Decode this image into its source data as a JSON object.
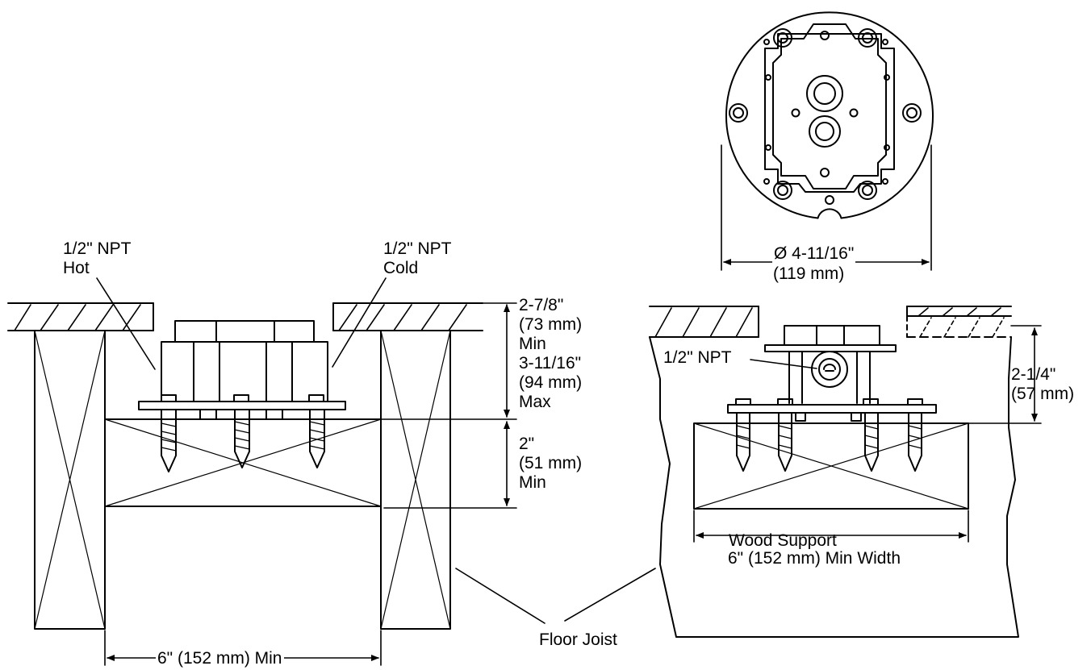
{
  "left_view": {
    "hot_label_line1": "1/2\" NPT",
    "hot_label_line2": "Hot",
    "cold_label_line1": "1/2\" NPT",
    "cold_label_line2": "Cold",
    "depth_dim": {
      "line1": "2-7/8\"",
      "line2": "(73 mm)",
      "line3": "Min",
      "line4": "3-11/16\"",
      "line5": "(94 mm)",
      "line6": "Max"
    },
    "support_dim": {
      "line1": "2\"",
      "line2": "(51 mm)",
      "line3": "Min"
    },
    "spacing_dim": "6\" (152 mm) Min"
  },
  "top_view": {
    "diameter_line1": "Ø 4-11/16\"",
    "diameter_line2": "(119 mm)"
  },
  "right_view": {
    "npt_label": "1/2\" NPT",
    "height_dim_line1": "2-1/4\"",
    "height_dim_line2": "(57 mm)",
    "support_label_line1": "Wood Support",
    "support_label_line2": "6\" (152 mm) Min Width"
  },
  "shared": {
    "floor_joist_label": "Floor Joist"
  }
}
